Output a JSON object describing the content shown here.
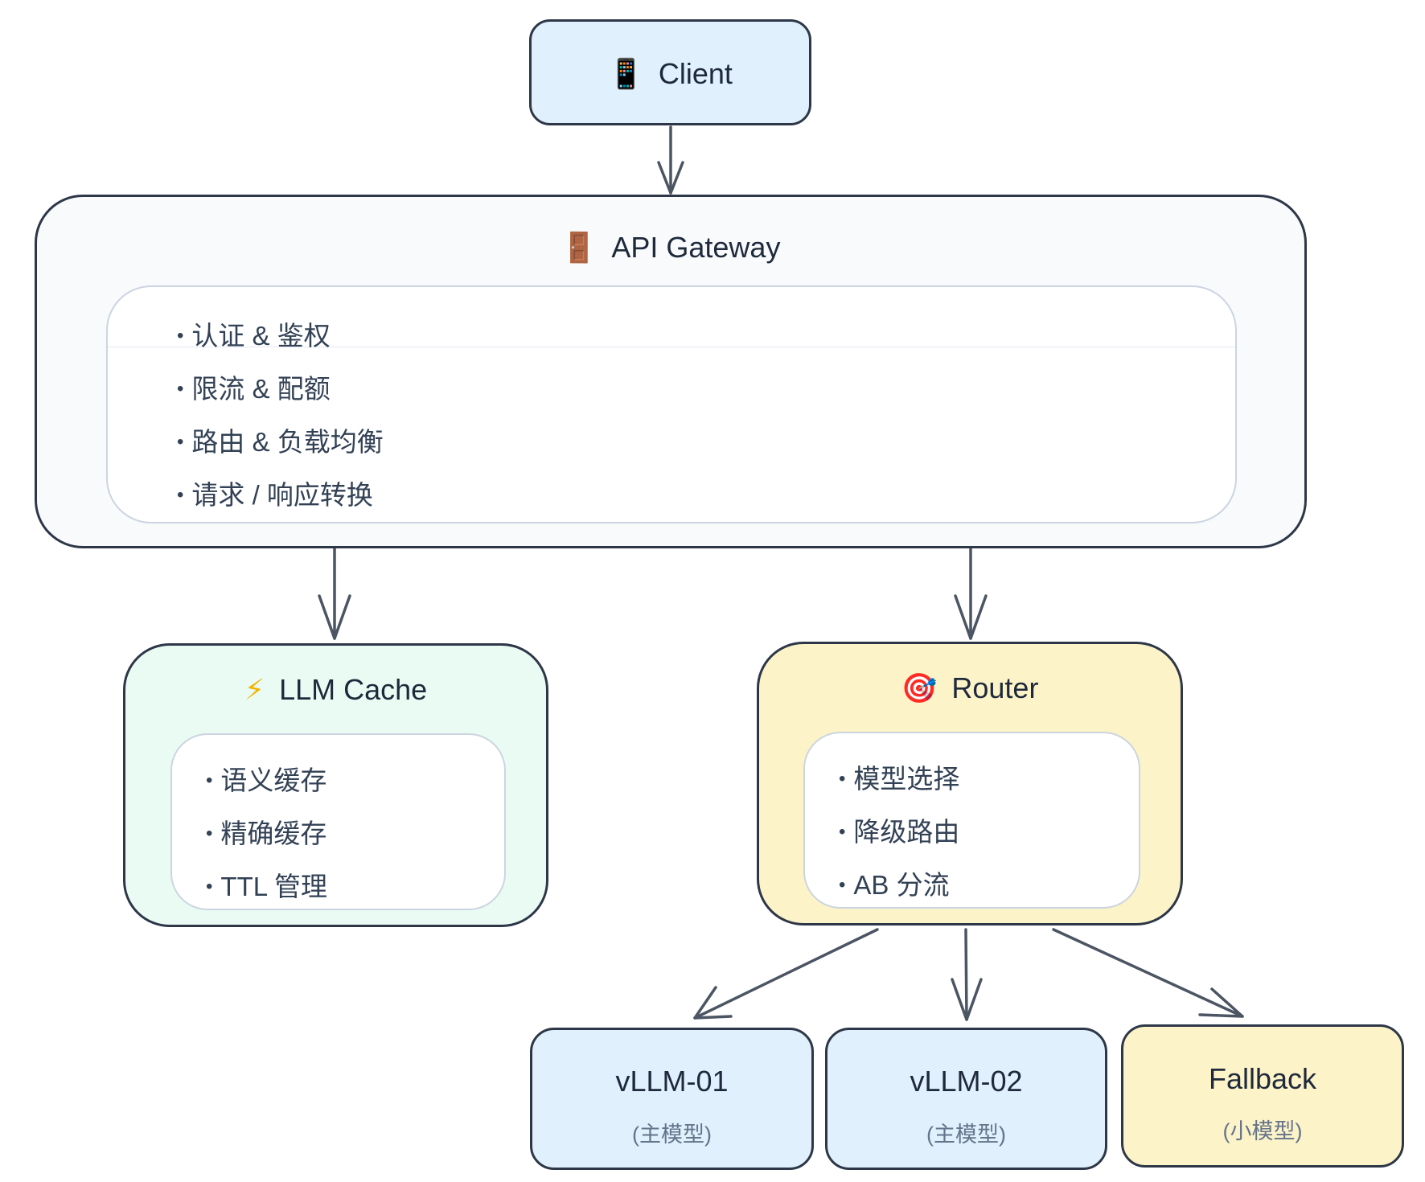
{
  "colors": {
    "edge": "#4b5563",
    "blue_fill": "#e0f0fc",
    "gray_fill": "#f8fafc",
    "green_fill": "#eafbf3",
    "yellow_fill": "#fdf3c8",
    "border": "#2d3748"
  },
  "client": {
    "icon": "📱",
    "label": "Client"
  },
  "gateway": {
    "icon": "🚪",
    "label": "API Gateway",
    "items": [
      "认证 & 鉴权",
      "限流 & 配额",
      "路由 & 负载均衡",
      "请求 / 响应转换"
    ]
  },
  "cache": {
    "icon": "⚡",
    "label": "LLM Cache",
    "items": [
      "语义缓存",
      "精确缓存",
      "TTL 管理"
    ]
  },
  "router": {
    "icon": "🎯",
    "label": "Router",
    "items": [
      "模型选择",
      "降级路由",
      "AB 分流"
    ]
  },
  "vllm01": {
    "label": "vLLM-01",
    "sub": "(主模型)"
  },
  "vllm02": {
    "label": "vLLM-02",
    "sub": "(主模型)"
  },
  "fallback": {
    "label": "Fallback",
    "sub": "(小模型)"
  }
}
